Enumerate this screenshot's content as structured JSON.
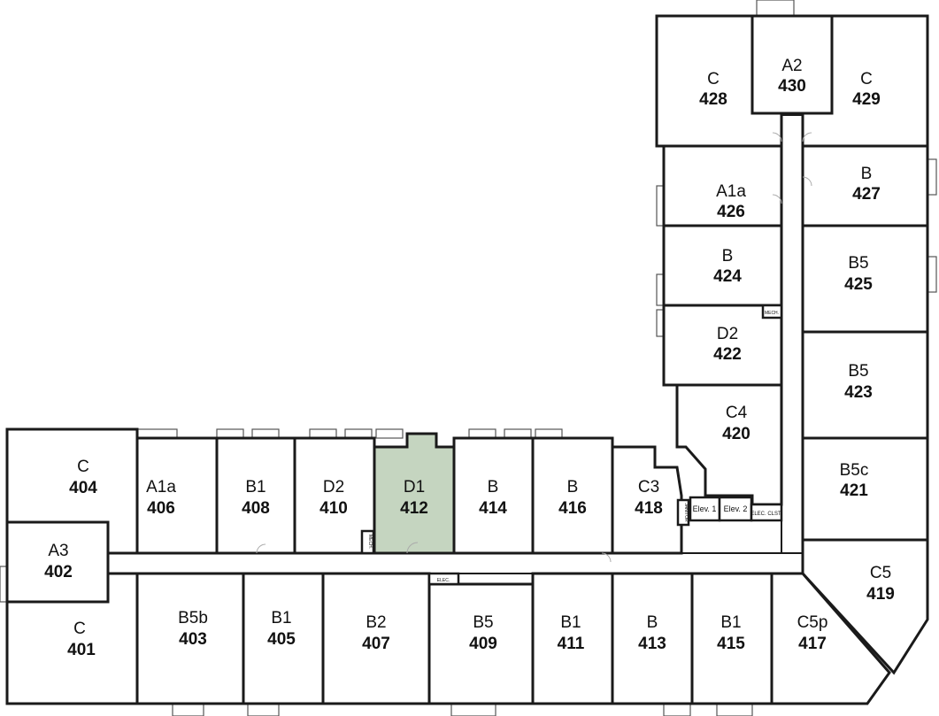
{
  "highlight_color": "#c5d5c0",
  "units": [
    {
      "type": "C",
      "number": "428"
    },
    {
      "type": "A2",
      "number": "430"
    },
    {
      "type": "C",
      "number": "429"
    },
    {
      "type": "A1a",
      "number": "426"
    },
    {
      "type": "B",
      "number": "427"
    },
    {
      "type": "B",
      "number": "424"
    },
    {
      "type": "B5",
      "number": "425"
    },
    {
      "type": "D2",
      "number": "422"
    },
    {
      "type": "B5",
      "number": "423"
    },
    {
      "type": "C4",
      "number": "420"
    },
    {
      "type": "B5c",
      "number": "421"
    },
    {
      "type": "C5",
      "number": "419"
    },
    {
      "type": "C",
      "number": "404"
    },
    {
      "type": "A1a",
      "number": "406"
    },
    {
      "type": "B1",
      "number": "408"
    },
    {
      "type": "D2",
      "number": "410"
    },
    {
      "type": "D1",
      "number": "412",
      "highlighted": true
    },
    {
      "type": "B",
      "number": "414"
    },
    {
      "type": "B",
      "number": "416"
    },
    {
      "type": "C3",
      "number": "418"
    },
    {
      "type": "A3",
      "number": "402"
    },
    {
      "type": "C",
      "number": "401"
    },
    {
      "type": "B5b",
      "number": "403"
    },
    {
      "type": "B1",
      "number": "405"
    },
    {
      "type": "B2",
      "number": "407"
    },
    {
      "type": "B5",
      "number": "409"
    },
    {
      "type": "B1",
      "number": "411"
    },
    {
      "type": "B",
      "number": "413"
    },
    {
      "type": "B1",
      "number": "415"
    },
    {
      "type": "C5p",
      "number": "417"
    }
  ],
  "service_rooms": {
    "elev1": "Elev. 1",
    "elev2": "Elev. 2",
    "elec_closet": "ELEC. CLST.",
    "janitor": "JANITOR",
    "mech_top": "MECH.",
    "mech_bottom": "MECH.",
    "elec": "ELEC."
  }
}
